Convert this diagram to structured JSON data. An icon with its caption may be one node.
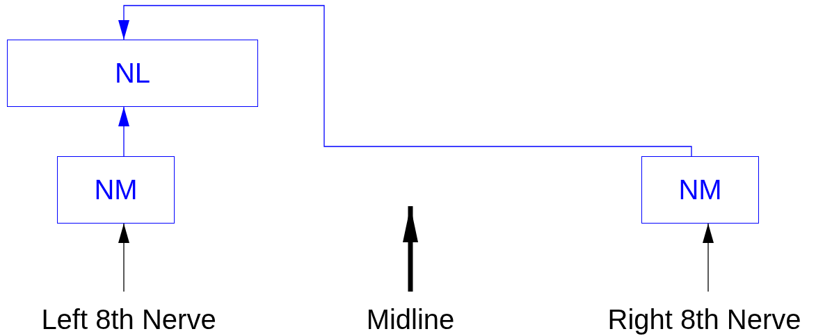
{
  "diagram": {
    "nodes": [
      {
        "text": [
          "NL"
        ]
      },
      {
        "text": [
          "NM"
        ]
      },
      {
        "text": [
          "NM"
        ]
      },
      {
        "text": [
          "Left 8th Nerve"
        ]
      },
      {
        "text": [
          "Midline"
        ]
      },
      {
        "text": [
          "Right 8th Nerve"
        ]
      }
    ],
    "edges": [
      {
        "from": 3,
        "to": 1,
        "arrow": "to",
        "color": "#000000"
      },
      {
        "from": 1,
        "to": 0,
        "arrow": "to",
        "color": "#0000ff"
      },
      {
        "from": 2,
        "to": 0,
        "arrow": "to",
        "color": "#0000ff"
      },
      {
        "from": 5,
        "to": 2,
        "arrow": "to",
        "color": "#000000"
      },
      {
        "from": 4,
        "to": null,
        "arrow": "to",
        "style": "thick",
        "color": "#000000"
      }
    ]
  }
}
